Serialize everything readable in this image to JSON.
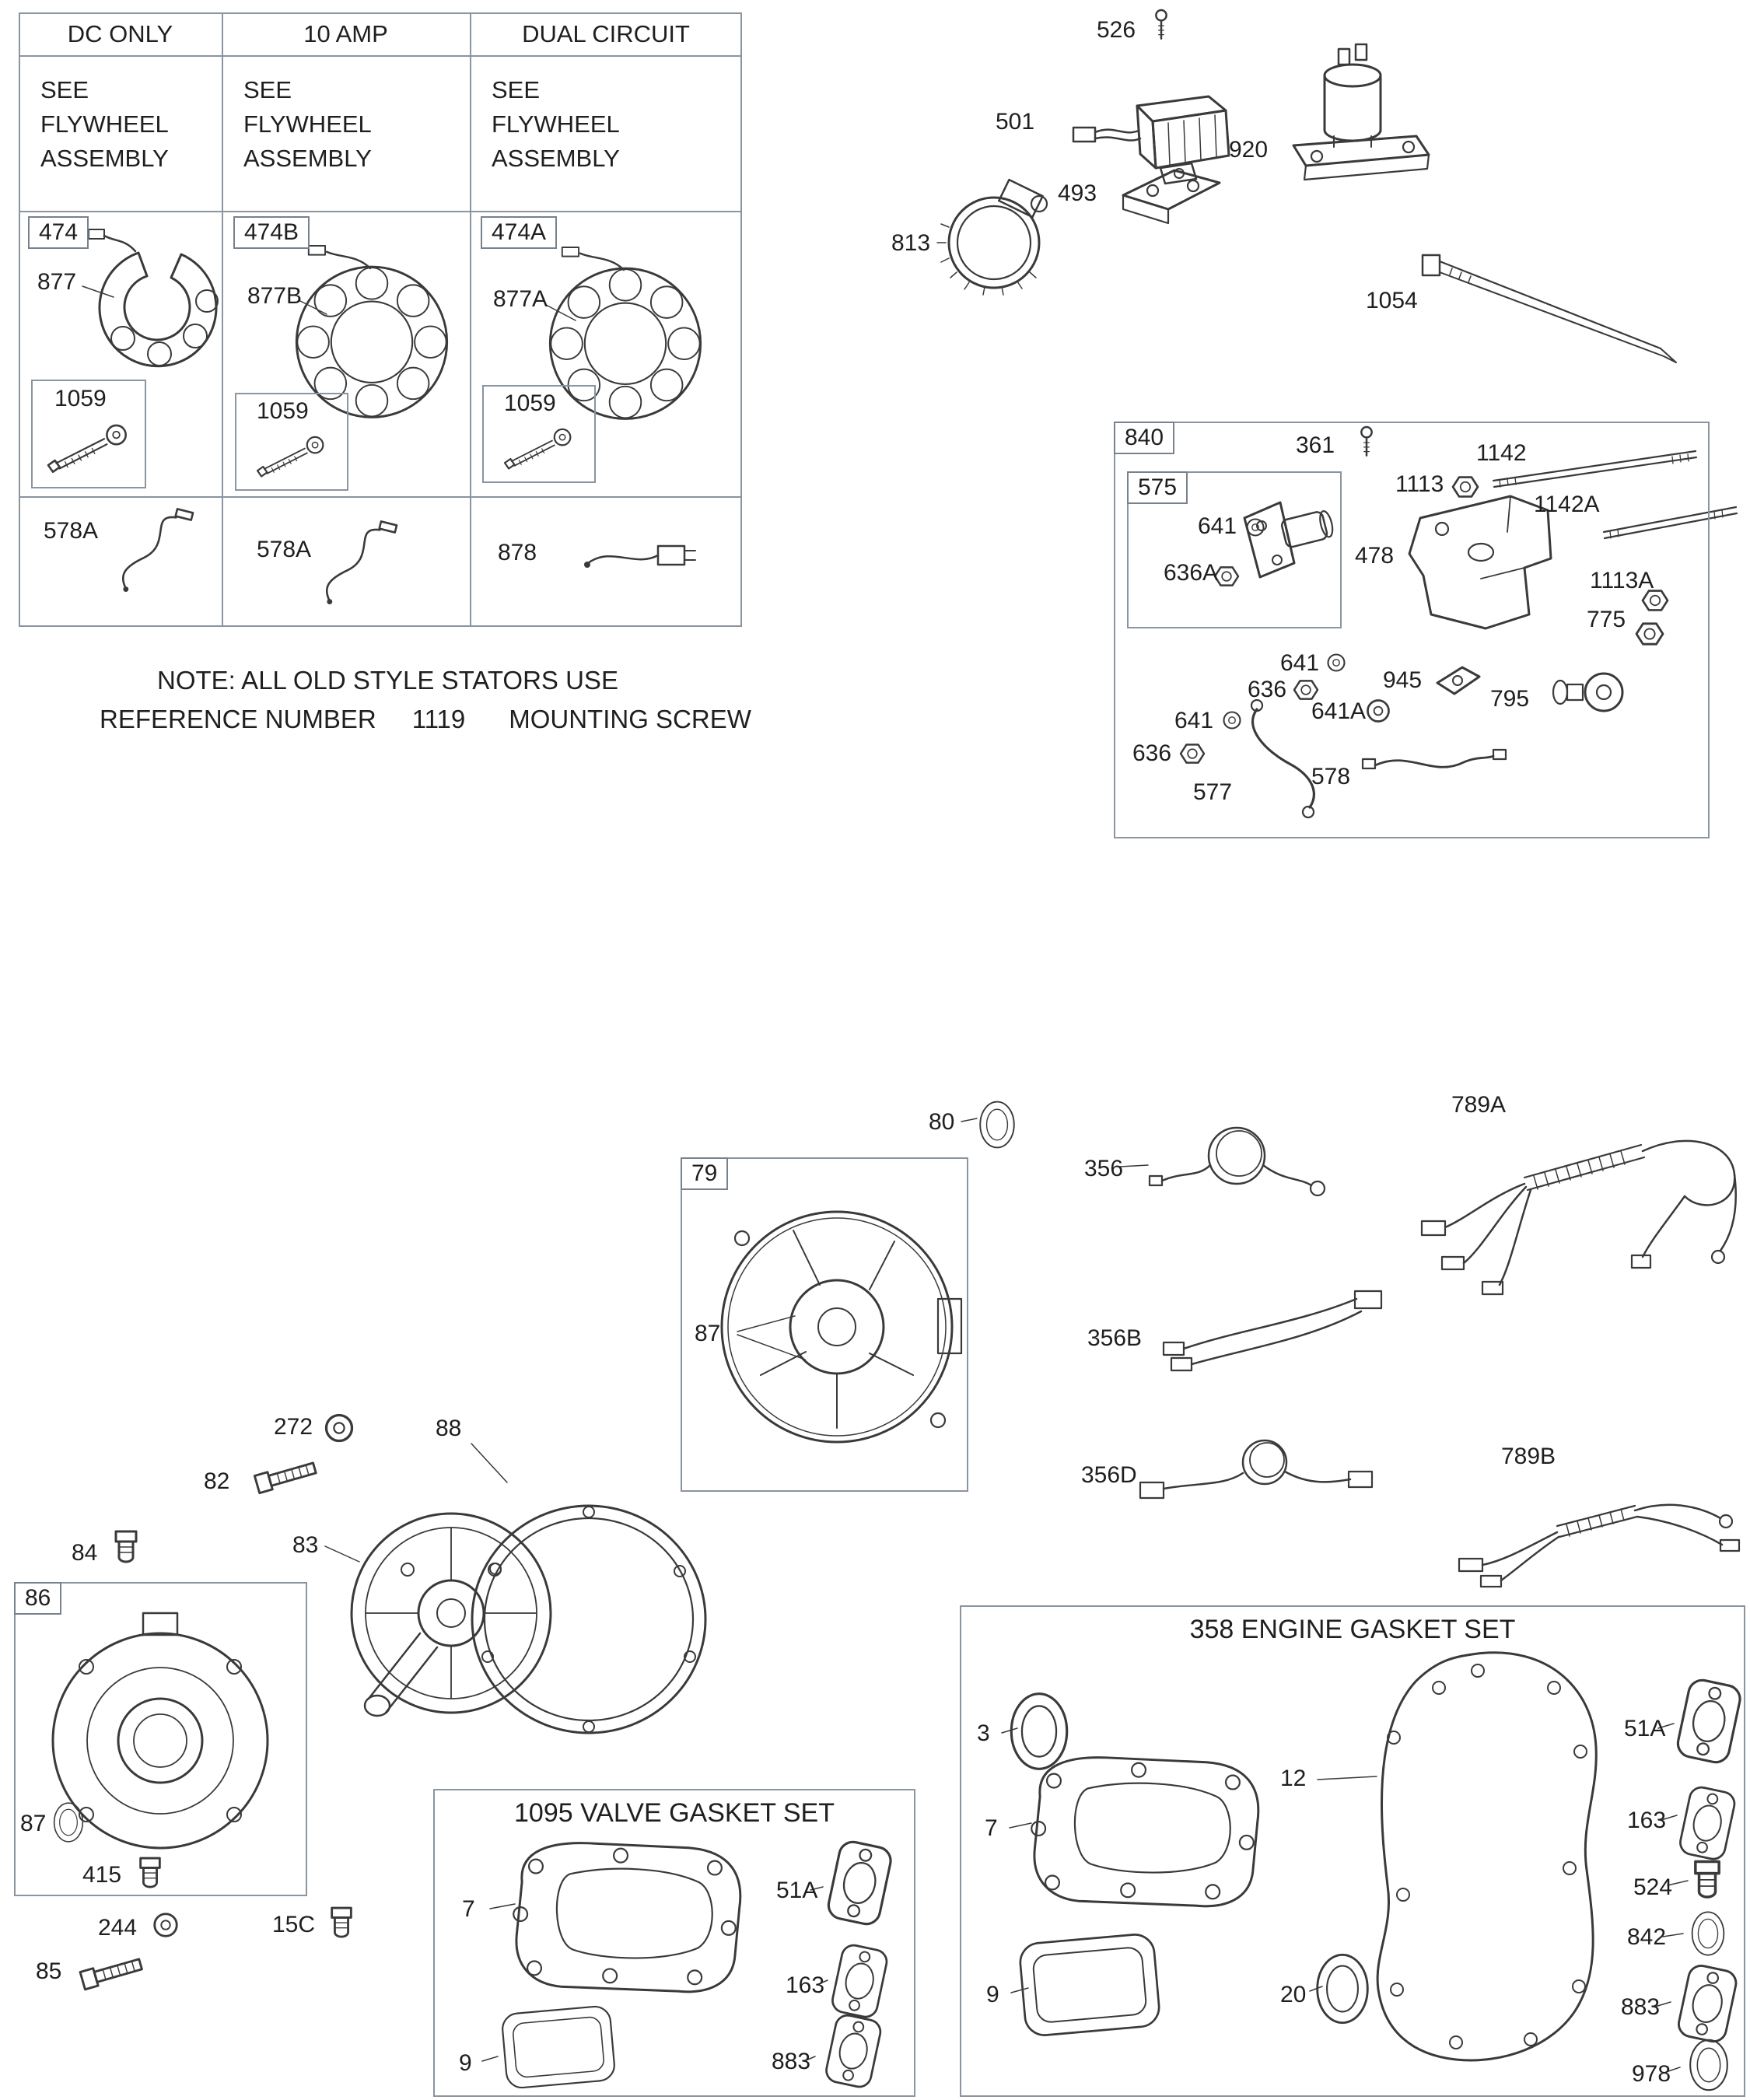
{
  "stator_table": {
    "columns": [
      {
        "header": "DC ONLY",
        "see_lines": [
          "SEE",
          "FLYWHEEL",
          "ASSEMBLY"
        ],
        "ref": "474",
        "stator": "877",
        "screw_ref": "1059",
        "lead": "578A"
      },
      {
        "header": "10 AMP",
        "see_lines": [
          "SEE",
          "FLYWHEEL",
          "ASSEMBLY"
        ],
        "ref": "474B",
        "stator": "877B",
        "screw_ref": "1059",
        "lead": "578A"
      },
      {
        "header": "DUAL CIRCUIT",
        "see_lines": [
          "SEE",
          "FLYWHEEL",
          "ASSEMBLY"
        ],
        "ref": "474A",
        "stator": "877A",
        "screw_ref": "1059",
        "lead": "878"
      }
    ],
    "note_line1": "NOTE: ALL OLD STYLE STATORS USE",
    "note_prefix": "REFERENCE NUMBER",
    "note_ref": "1119",
    "note_suffix": "MOUNTING SCREW"
  },
  "electrical": {
    "p526": "526",
    "p501": "501",
    "p920": "920",
    "p493": "493",
    "p813": "813",
    "p1054": "1054"
  },
  "box840": {
    "ref": "840",
    "inner_ref": "575",
    "p361": "361",
    "p1142": "1142",
    "p1113": "1113",
    "p1142A": "1142A",
    "p641_1": "641",
    "p636A": "636A",
    "p478": "478",
    "p1113A": "1113A",
    "p775": "775",
    "p641_2": "641",
    "p636_2": "636",
    "p945": "945",
    "p641A": "641A",
    "p795": "795",
    "p641_3": "641",
    "p636_3": "636",
    "p577": "577",
    "p578": "578"
  },
  "blower": {
    "p80": "80",
    "box79": "79",
    "p87": "87",
    "p88": "88",
    "p272": "272",
    "p82": "82",
    "p83": "83",
    "p84": "84",
    "box86": "86",
    "p87b": "87",
    "p415": "415",
    "p244": "244",
    "p15C": "15C",
    "p85": "85"
  },
  "harnesses": {
    "p356": "356",
    "p789A": "789A",
    "p356B": "356B",
    "p356D": "356D",
    "p789B": "789B"
  },
  "engine_gasket_set": {
    "title": "358 ENGINE GASKET SET",
    "p3": "3",
    "p12": "12",
    "p7": "7",
    "p51A": "51A",
    "p163": "163",
    "p524": "524",
    "p842": "842",
    "p9": "9",
    "p20": "20",
    "p883": "883",
    "p978": "978"
  },
  "valve_gasket_set": {
    "title": "1095 VALVE GASKET SET",
    "p7": "7",
    "p51A": "51A",
    "p163": "163",
    "p9": "9",
    "p883": "883"
  }
}
